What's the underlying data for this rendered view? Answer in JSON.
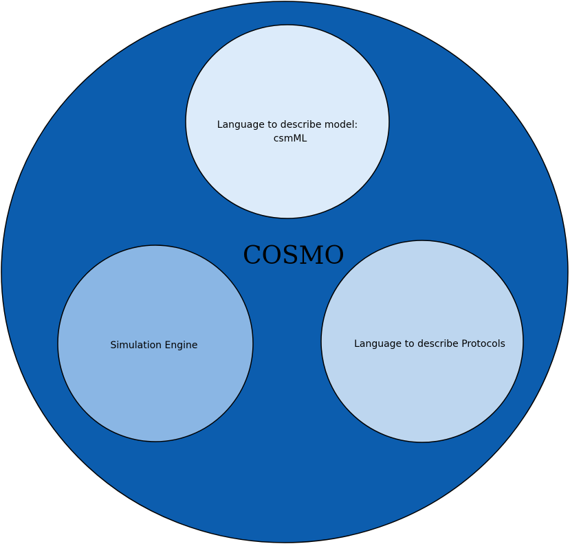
{
  "diagram": {
    "title": "COSMO",
    "outer_color": "#0c5dae",
    "nodes": [
      {
        "id": "model-language",
        "lines": [
          "Language to describe model:",
          "csmML"
        ],
        "color": "#dcebfa"
      },
      {
        "id": "simulation-engine",
        "lines": [
          "Simulation Engine"
        ],
        "color": "#8ab6e4"
      },
      {
        "id": "protocol-language",
        "lines": [
          "Language to describe Protocols"
        ],
        "color": "#bdd6ef"
      }
    ]
  }
}
